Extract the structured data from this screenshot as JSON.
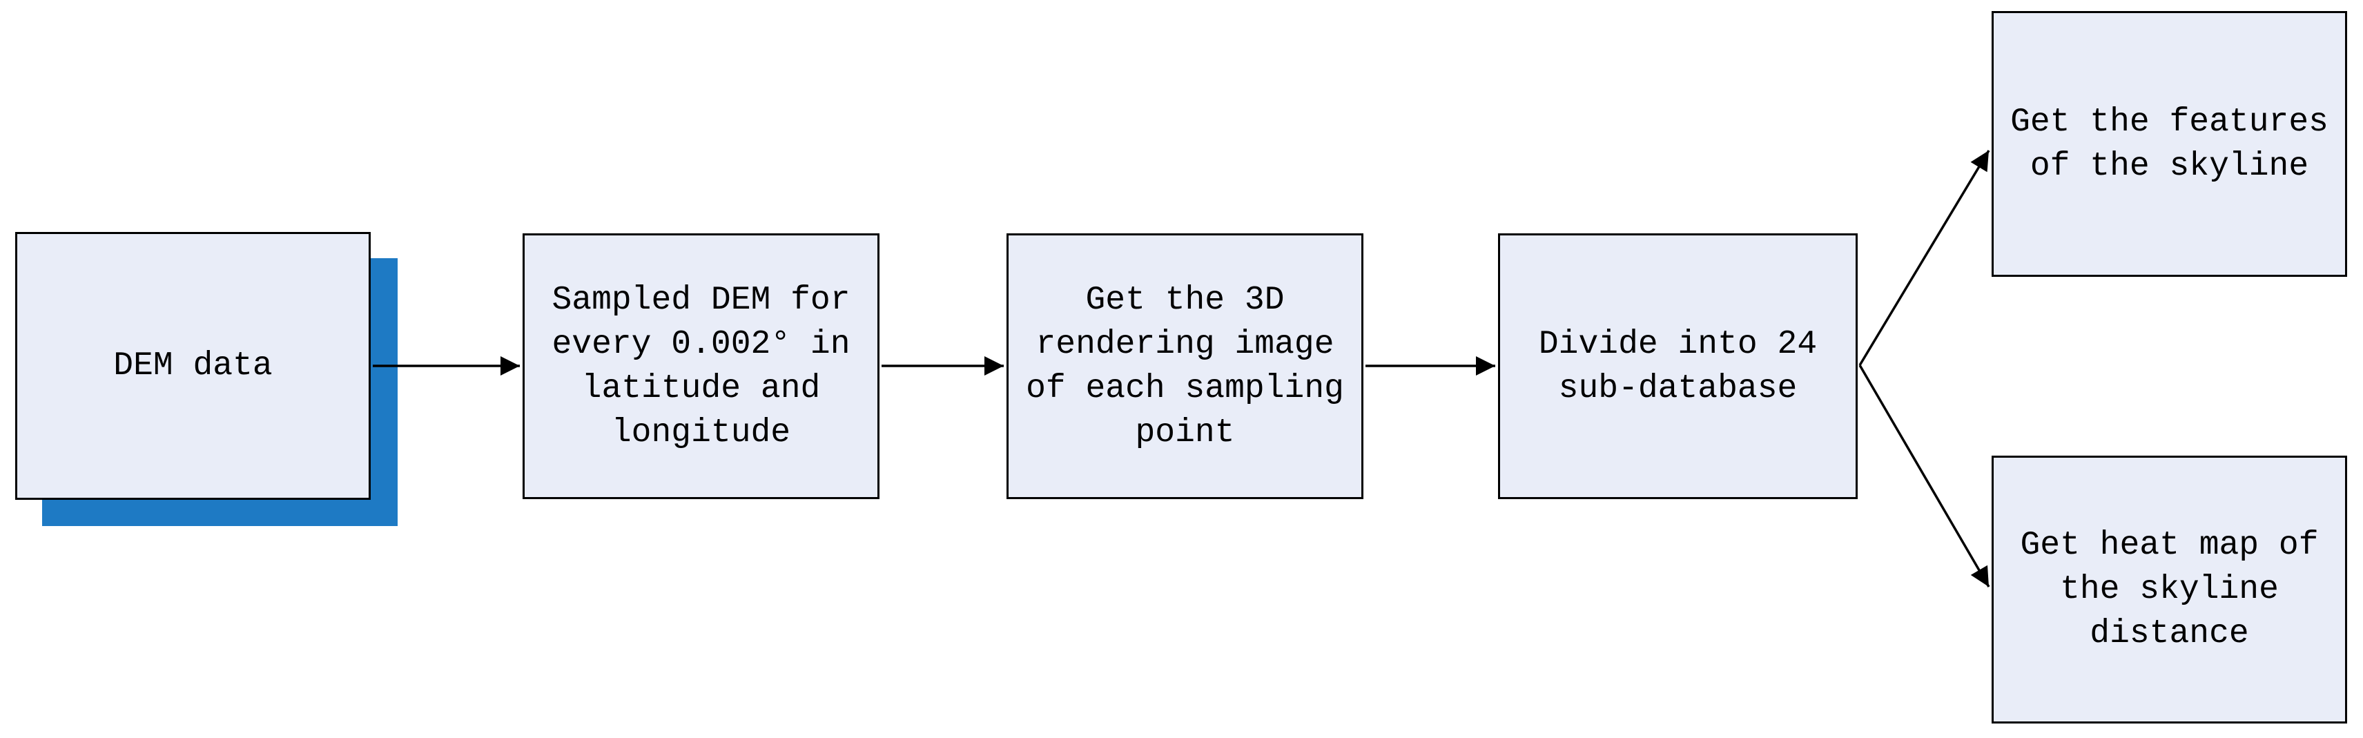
{
  "diagram": {
    "background": "#ffffff",
    "colors": {
      "background": "#ffffff",
      "box_fill": "#E9EDF8",
      "box_border": "#000000",
      "shadow_fill": "#1E7AC4",
      "arrow_color": "#000000",
      "text_color": "#000000"
    },
    "nodes": {
      "dem_data": {
        "label": "DEM data"
      },
      "sampled_dem": {
        "label": "Sampled DEM for\nevery 0.002° in\nlatitude and\nlongitude"
      },
      "rendering_3d": {
        "label": "Get the 3D\nrendering image\nof each sampling\npoint"
      },
      "divide_24": {
        "label": "Divide into 24\nsub-database"
      },
      "skyline_features": {
        "label": "Get the features\nof the skyline"
      },
      "skyline_heatmap": {
        "label": "Get heat map of\nthe skyline\ndistance"
      }
    }
  }
}
